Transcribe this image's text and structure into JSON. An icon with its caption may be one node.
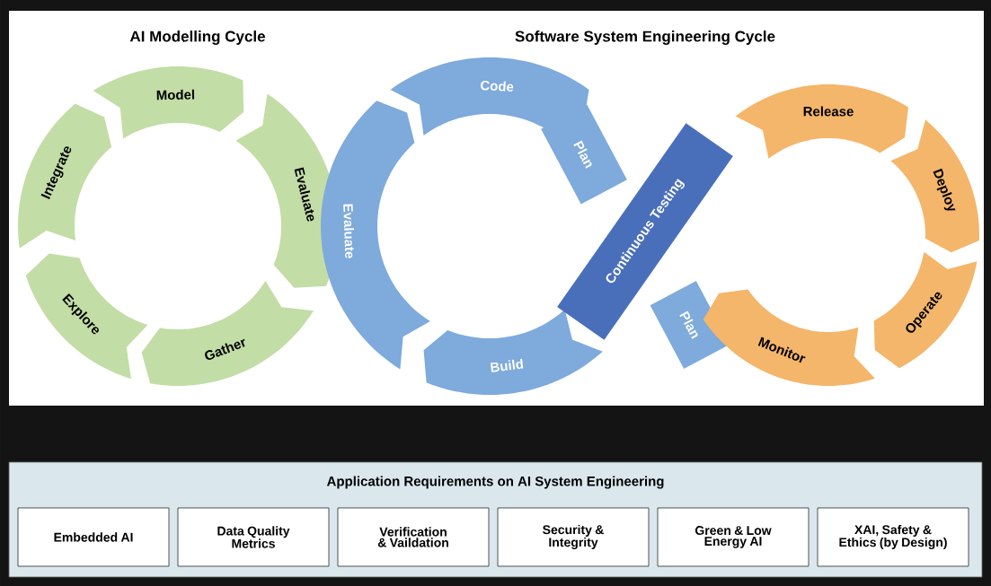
{
  "diagram": {
    "nodes": [
      {
        "text": [
          "Model"
        ]
      },
      {
        "text": [
          "Evaluate"
        ]
      },
      {
        "text": [
          "Gather"
        ]
      },
      {
        "text": [
          "Explore"
        ]
      },
      {
        "text": [
          "Integrate"
        ]
      },
      {
        "text": [
          "Code"
        ]
      },
      {
        "text": [
          "Plan"
        ]
      },
      {
        "text": [
          "Plan"
        ]
      },
      {
        "text": [
          "Build"
        ]
      },
      {
        "text": [
          "Evaluate"
        ]
      },
      {
        "text": [
          "Continuous Testing"
        ]
      },
      {
        "text": [
          "Release"
        ]
      },
      {
        "text": [
          "Deploy"
        ]
      },
      {
        "text": [
          "Operate"
        ]
      },
      {
        "text": [
          "Monitor"
        ]
      },
      {
        "text": [
          "Application Requirements on AI System Engineering"
        ]
      },
      {
        "text": [
          "Embedded AI"
        ],
        "in": 15
      },
      {
        "text": [
          "Data Quality Metrics"
        ],
        "in": 15
      },
      {
        "text": [
          "Verification & Vaildation"
        ],
        "in": 15
      },
      {
        "text": [
          "Security & Integrity"
        ],
        "in": 15
      },
      {
        "text": [
          "Green & Low Energy AI"
        ],
        "in": 15
      },
      {
        "text": [
          "XAI, Safety & Ethics (by Design)"
        ],
        "in": 15
      }
    ],
    "labels": [
      "AI Modelling Cycle",
      "Software System Engineering Cycle"
    ]
  }
}
